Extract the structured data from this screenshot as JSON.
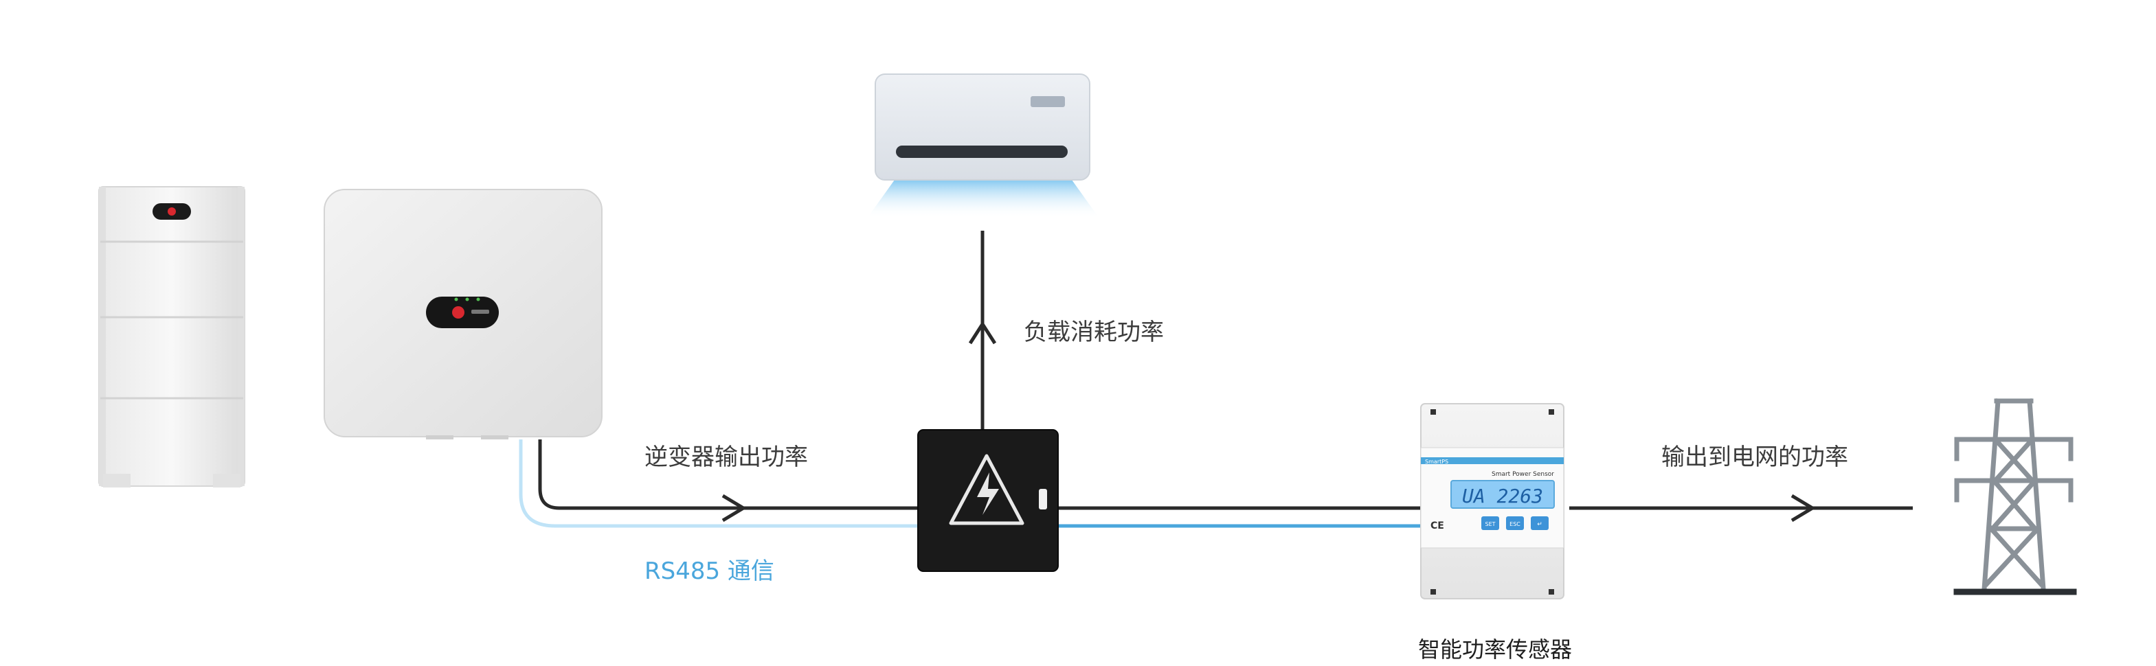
{
  "labels": {
    "inverter_output": "逆变器输出功率",
    "load_consumption": "负载消耗功率",
    "grid_output": "输出到电网的功率",
    "rs485": "RS485 通信",
    "smart_sensor": "智能功率传感器"
  },
  "meter_display": {
    "brand": "SmartPS",
    "title": "Smart Power Sensor",
    "reading": "UA 2263",
    "buttons": [
      "SET",
      "ESC",
      "↵"
    ],
    "ce_mark": "CE"
  },
  "colors": {
    "power_line": "#2a2a2a",
    "rs485_line": "#4aa6dc",
    "rs485_light": "#bfe3f7",
    "junction_box": "#1a1a1a",
    "tower": "#8a9198",
    "meter_lcd": "#8ecbf6"
  },
  "icons": {
    "battery": "battery-stack-icon",
    "inverter": "inverter-icon",
    "air_conditioner": "air-conditioner-icon",
    "junction_box": "high-voltage-box-icon",
    "smart_meter": "smart-power-meter-icon",
    "grid_tower": "power-tower-icon"
  }
}
